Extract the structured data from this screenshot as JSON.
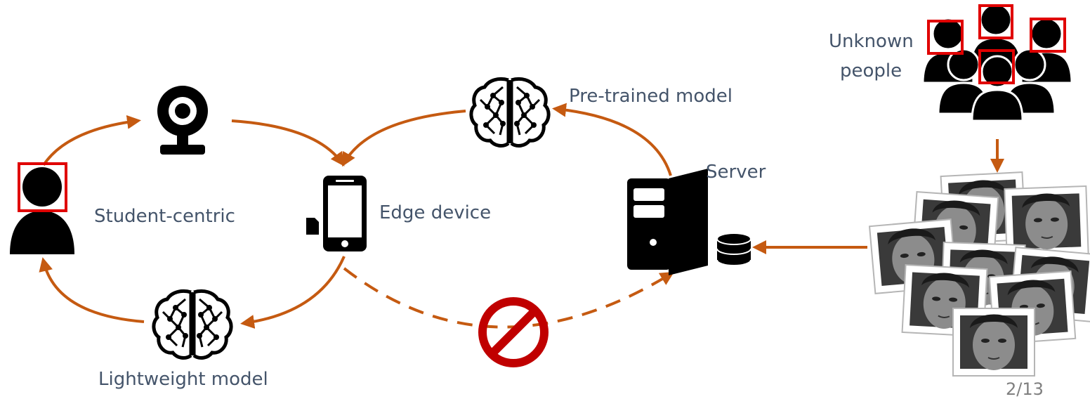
{
  "labels": {
    "student": "Student-centric",
    "edge": "Edge device",
    "pretrained": "Pre-trained model",
    "server": "Server",
    "lightweight": "Lightweight model",
    "unknown_line1": "Unknown",
    "unknown_line2": "people"
  },
  "page_number": "2/13",
  "colors": {
    "arrow": "#c55a11",
    "face_box": "#e00000",
    "icon": "#000000",
    "prohibit": "#c00000",
    "label": "#44546a"
  },
  "icons": [
    "person-icon",
    "webcam-icon",
    "brain-icon",
    "smartphone-icon",
    "sd-card-icon",
    "server-tower-icon",
    "database-icon",
    "crowd-icon",
    "prohibited-icon",
    "face-photos"
  ]
}
